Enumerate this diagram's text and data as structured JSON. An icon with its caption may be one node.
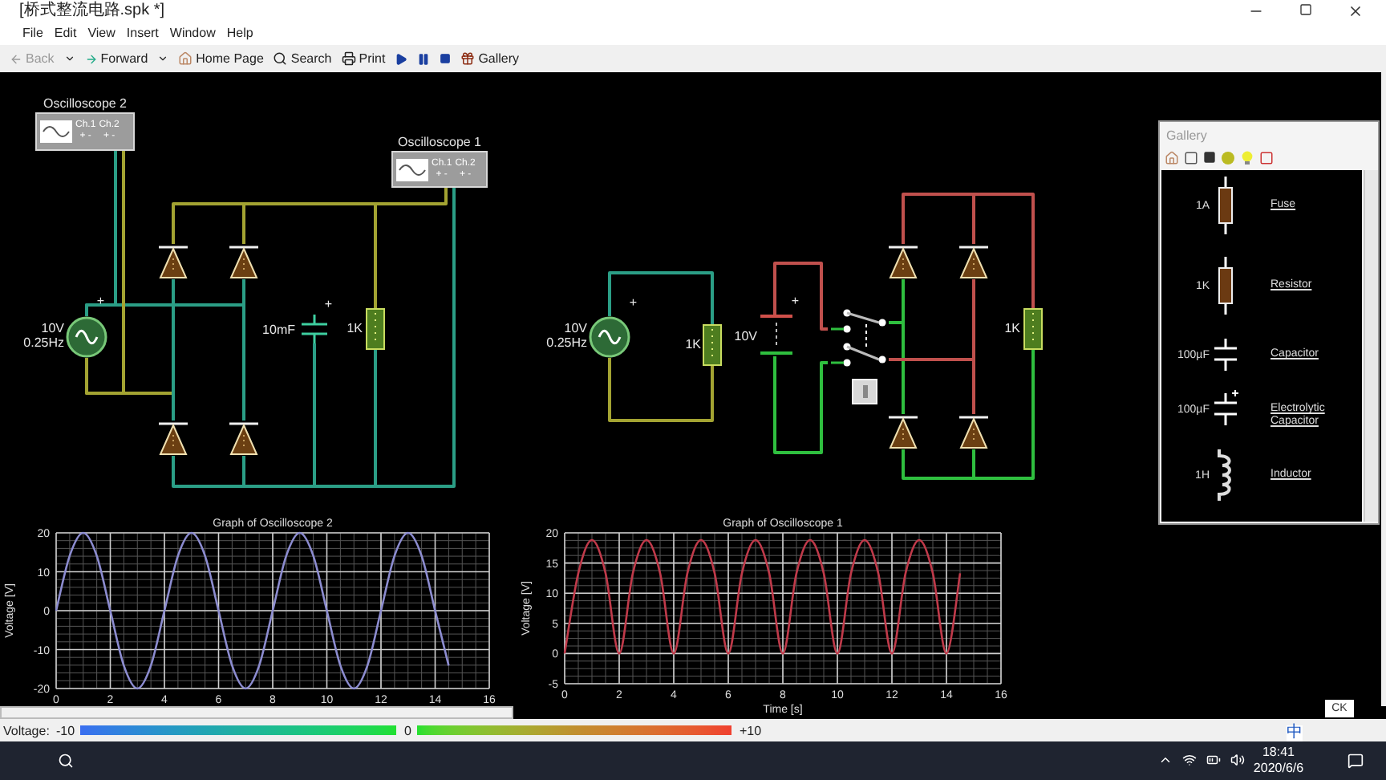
{
  "diagram": {
    "title": "[桥式整流电路.spk *]",
    "nodes": [
      {
        "text": [
          "Oscilloscope 2",
          "Ch.1",
          "+ -",
          "Ch.2",
          "+ -"
        ]
      },
      {
        "text": [
          "Oscilloscope 1",
          "Ch.1",
          "+ -",
          "Ch.2",
          "+ -"
        ]
      },
      {
        "text": [],
        "shape": "circle",
        "beside": [
          "+",
          "10V 0.25Hz"
        ]
      },
      {
        "text": [],
        "shape": "triangle"
      },
      {
        "text": [],
        "shape": "triangle"
      },
      {
        "text": [],
        "shape": "triangle"
      },
      {
        "text": [],
        "shape": "triangle"
      },
      {
        "text": [],
        "shape": "capacitor",
        "beside": [
          "+",
          "10mF"
        ]
      },
      {
        "text": [],
        "shape": "box",
        "beside": [
          "1K"
        ]
      },
      {
        "text": [],
        "shape": "circle",
        "beside": [
          "+",
          "10V 0.25Hz"
        ]
      },
      {
        "text": [],
        "shape": "box",
        "beside": [
          "1K"
        ]
      },
      {
        "text": [],
        "shape": "battery",
        "beside": [
          "+",
          "10V"
        ]
      },
      {
        "text": [],
        "shape": "switch"
      },
      {
        "text": [],
        "shape": "square"
      },
      {
        "text": [],
        "shape": "triangle"
      },
      {
        "text": [],
        "shape": "triangle"
      },
      {
        "text": [],
        "shape": "triangle"
      },
      {
        "text": [],
        "shape": "triangle"
      },
      {
        "text": [],
        "shape": "box",
        "beside": [
          "1K"
        ]
      }
    ],
    "edges": [
      {
        "from": 3,
        "to": 4,
        "arrow": "none",
        "color": "#a3a332"
      },
      {
        "from": 4,
        "to": 8,
        "arrow": "none",
        "color": "#a3a332"
      },
      {
        "from": 8,
        "to": 1,
        "arrow": "none",
        "color": "#a3a332"
      },
      {
        "from": 2,
        "to": 4,
        "arrow": "none"
      },
      {
        "from": 4,
        "to": 6,
        "arrow": "none"
      },
      {
        "from": 2,
        "to": 3,
        "arrow": "none",
        "color": "#a3a332"
      },
      {
        "from": 3,
        "to": 5,
        "arrow": "none"
      },
      {
        "from": 5,
        "to": 6,
        "arrow": "none"
      },
      {
        "from": 6,
        "to": 7,
        "arrow": "none"
      },
      {
        "from": 7,
        "to": 8,
        "arrow": "none"
      },
      {
        "from": 8,
        "to": 1,
        "arrow": "none"
      },
      {
        "from": 0,
        "to": 2,
        "arrow": "none"
      },
      {
        "from": 0,
        "to": 2,
        "arrow": "none",
        "color": "#a3a332"
      },
      {
        "from": 9,
        "to": 10,
        "arrow": "none"
      },
      {
        "from": 9,
        "to": 10,
        "arrow": "none",
        "color": "#a3a332"
      },
      {
        "from": 11,
        "to": 12,
        "arrow": "none",
        "color": "#c0504d"
      },
      {
        "from": 11,
        "to": 12,
        "arrow": "none",
        "color": "#2fbf3f"
      },
      {
        "from": 12,
        "to": 14,
        "arrow": "none",
        "color": "#2fbf3f"
      },
      {
        "from": 14,
        "to": 16,
        "arrow": "none",
        "color": "#2fbf3f"
      },
      {
        "from": 12,
        "to": 15,
        "arrow": "none",
        "color": "#c0504d"
      },
      {
        "from": 15,
        "to": 17,
        "arrow": "none",
        "color": "#c0504d"
      },
      {
        "from": 14,
        "to": 15,
        "arrow": "none",
        "color": "#c0504d"
      },
      {
        "from": 15,
        "to": 18,
        "arrow": "none",
        "color": "#c0504d"
      },
      {
        "from": 16,
        "to": 17,
        "arrow": "none",
        "color": "#2fbf3f"
      },
      {
        "from": 17,
        "to": 18,
        "arrow": "none",
        "color": "#2fbf3f"
      }
    ],
    "labels": [
      "File",
      "Edit",
      "View",
      "Insert",
      "Window",
      "Help",
      "Back",
      "Forward",
      "Home Page",
      "Search",
      "Print",
      "Gallery",
      "Gallery",
      "1A",
      "Fuse",
      "1K",
      "Resistor",
      "100µF",
      "Capacitor",
      "100µF",
      "Electrolytic Capacitor",
      "1H",
      "Inductor",
      "CK",
      "Voltage:",
      "-10",
      "0",
      "+10",
      "中",
      "18:41",
      "2020/6/6"
    ],
    "chart_data": [
      {
        "type": "line",
        "title": "Graph of Oscilloscope 2",
        "ylabel": "Voltage [V]",
        "x": [
          0,
          0.5,
          1,
          1.5,
          2,
          2.5,
          3,
          3.5,
          4,
          4.5,
          5,
          5.5,
          6,
          6.5,
          7,
          7.5,
          8,
          8.5,
          9,
          9.5,
          10,
          10.5,
          11,
          11.5,
          12,
          12.5,
          13,
          13.5,
          14,
          14.5
        ],
        "series": [
          {
            "color": "#8c8cd0",
            "values": [
              0,
              14.1,
              20,
              14.1,
              0,
              -14.1,
              -20,
              -14.1,
              0,
              14.1,
              20,
              14.1,
              0,
              -14.1,
              -20,
              -14.1,
              0,
              14.1,
              20,
              14.1,
              0,
              -14.1,
              -20,
              -14.1,
              0,
              14.1,
              20,
              14.1,
              0,
              -14.1
            ]
          }
        ],
        "xlim": [
          0,
          16
        ],
        "ylim": [
          -20,
          20
        ],
        "grid": true,
        "xticks": [
          0,
          2,
          4,
          6,
          8,
          10,
          12,
          14,
          16
        ],
        "yticks": [
          -20,
          -10,
          0,
          10,
          20
        ]
      },
      {
        "type": "line",
        "title": "Graph of Oscilloscope 1",
        "xlabel": "Time [s]",
        "ylabel": "Voltage [V]",
        "x": [
          0,
          0.5,
          1,
          1.5,
          2,
          2.5,
          3,
          3.5,
          4,
          4.5,
          5,
          5.5,
          6,
          6.5,
          7,
          7.5,
          8,
          8.5,
          9,
          9.5,
          10,
          10.5,
          11,
          11.5,
          12,
          12.5,
          13,
          13.5,
          14,
          14.5
        ],
        "series": [
          {
            "color": "#c03a4a",
            "values": [
              0,
              13.3,
              18.8,
              13.3,
              0,
              13.3,
              18.8,
              13.3,
              0,
              13.3,
              18.8,
              13.3,
              0,
              13.3,
              18.8,
              13.3,
              0,
              13.3,
              18.8,
              13.3,
              0,
              13.3,
              18.8,
              13.3,
              0,
              13.3,
              18.8,
              13.3,
              0,
              13.3
            ]
          }
        ],
        "xlim": [
          0,
          16
        ],
        "ylim": [
          -5,
          20
        ],
        "grid": true,
        "xticks": [
          0,
          2,
          4,
          6,
          8,
          10,
          12,
          14,
          16
        ],
        "yticks": [
          -5,
          0,
          5,
          10,
          15,
          20
        ]
      }
    ]
  }
}
